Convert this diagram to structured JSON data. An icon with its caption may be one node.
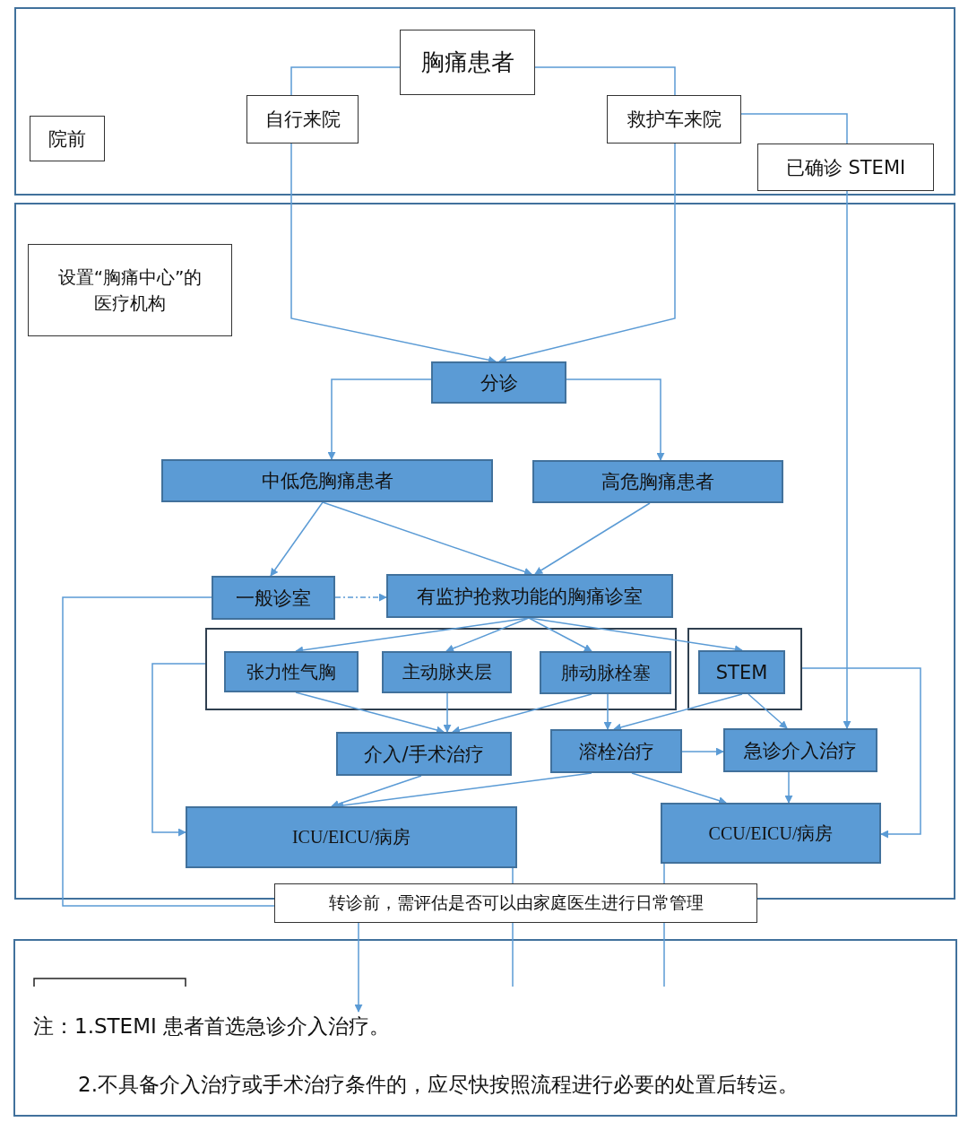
{
  "diagram": {
    "nodes": [
      {
        "text": [],
        "shape": "box"
      },
      {
        "text": [
          "胸痛患者"
        ],
        "in": 0
      },
      {
        "text": [
          "院前"
        ],
        "in": 0
      },
      {
        "text": [
          "自行来院"
        ],
        "in": 0
      },
      {
        "text": [
          "救护车来院"
        ],
        "in": 0
      },
      {
        "text": [
          "已确诊 STEMI"
        ],
        "in": 0
      },
      {
        "text": [],
        "shape": "box"
      },
      {
        "text": [
          "设置“胸痛中心”的医疗机构"
        ],
        "in": 6
      },
      {
        "text": [
          "分诊"
        ],
        "in": 6
      },
      {
        "text": [
          "中低危胸痛患者"
        ],
        "in": 6
      },
      {
        "text": [
          "高危胸痛患者"
        ],
        "in": 6
      },
      {
        "text": [
          "一般诊室"
        ],
        "in": 6
      },
      {
        "text": [
          "有监护抢救功能的胸痛诊室"
        ],
        "in": 6
      },
      {
        "text": [],
        "shape": "box",
        "in": 6
      },
      {
        "text": [
          "张力性气胸"
        ],
        "in": 13
      },
      {
        "text": [
          "主动脉夹层"
        ],
        "in": 13
      },
      {
        "text": [
          "肺动脉栓塞"
        ],
        "in": 13
      },
      {
        "text": [],
        "shape": "box",
        "in": 6
      },
      {
        "text": [
          "STEM"
        ],
        "in": 17
      },
      {
        "text": [
          "介入/手术治疗"
        ],
        "in": 6
      },
      {
        "text": [
          "溶栓治疗"
        ],
        "in": 6
      },
      {
        "text": [
          "急诊介入治疗"
        ],
        "in": 6
      },
      {
        "text": [
          "ICU/EICU/病房"
        ],
        "in": 6
      },
      {
        "text": [
          "CCU/EICU/病房"
        ],
        "in": 6
      },
      {
        "text": [
          "转诊前，需评估是否可以由家庭医生进行日常管理"
        ]
      },
      {
        "text": [
          "注：1.STEMI 患者首选急诊介入治疗。",
          "2.不具备介入治疗或手术治疗条件的，应尽快按照流程进行必要的处置后转运。"
        ]
      }
    ],
    "edges": [
      {
        "from": 1,
        "to": 3,
        "arrow": "none"
      },
      {
        "from": 1,
        "to": 4,
        "arrow": "none"
      },
      {
        "from": 3,
        "to": 8,
        "arrow": "to"
      },
      {
        "from": 4,
        "to": 8,
        "arrow": "to"
      },
      {
        "from": 4,
        "to": 5,
        "arrow": "none"
      },
      {
        "from": 5,
        "to": 21,
        "arrow": "to"
      },
      {
        "from": 8,
        "to": 9,
        "arrow": "to"
      },
      {
        "from": 8,
        "to": 10,
        "arrow": "to"
      },
      {
        "from": 9,
        "to": 11,
        "arrow": "to"
      },
      {
        "from": 9,
        "to": 12,
        "arrow": "to"
      },
      {
        "from": 10,
        "to": 12,
        "arrow": "to"
      },
      {
        "from": 11,
        "to": 12,
        "arrow": "to",
        "style": "dashed"
      },
      {
        "from": 12,
        "to": 14,
        "arrow": "to"
      },
      {
        "from": 12,
        "to": 15,
        "arrow": "to"
      },
      {
        "from": 12,
        "to": 16,
        "arrow": "to"
      },
      {
        "from": 12,
        "to": 18,
        "arrow": "to"
      },
      {
        "from": 14,
        "to": 19,
        "arrow": "to"
      },
      {
        "from": 15,
        "to": 19,
        "arrow": "to"
      },
      {
        "from": 16,
        "to": 19,
        "arrow": "to"
      },
      {
        "from": 16,
        "to": 20,
        "arrow": "to"
      },
      {
        "from": 18,
        "to": 20,
        "arrow": "to"
      },
      {
        "from": 18,
        "to": 21,
        "arrow": "to"
      },
      {
        "from": 20,
        "to": 21,
        "arrow": "to"
      },
      {
        "from": 19,
        "to": 22,
        "arrow": "to"
      },
      {
        "from": 20,
        "to": 22,
        "arrow": "to"
      },
      {
        "from": 20,
        "to": 23,
        "arrow": "to"
      },
      {
        "from": 21,
        "to": 23,
        "arrow": "to"
      },
      {
        "from": 13,
        "to": 22,
        "arrow": "to"
      },
      {
        "from": 17,
        "to": 23,
        "arrow": "to"
      },
      {
        "from": 11,
        "to": 24,
        "arrow": "none"
      },
      {
        "from": 24,
        "to": 25,
        "arrow": "to"
      },
      {
        "from": 22,
        "to": 24,
        "arrow": "none"
      },
      {
        "from": 23,
        "to": 24,
        "arrow": "none"
      },
      {
        "from": 24,
        "to": 25,
        "arrow": "none"
      },
      {
        "from": 24,
        "to": 25,
        "arrow": "none"
      }
    ]
  }
}
